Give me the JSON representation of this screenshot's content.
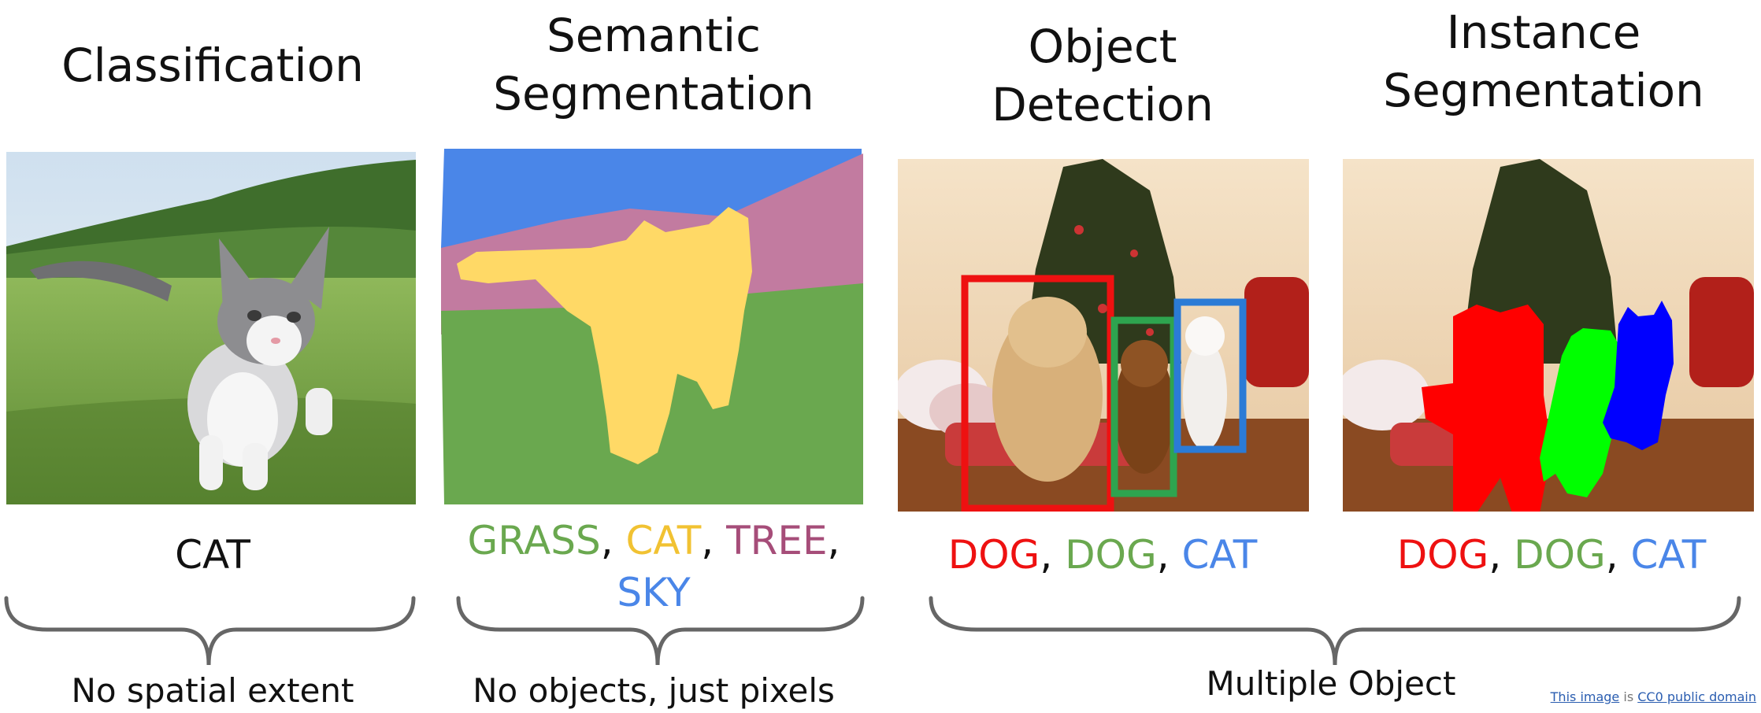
{
  "panels": [
    {
      "title": "Classification"
    },
    {
      "title_line1": "Semantic",
      "title_line2": "Segmentation"
    },
    {
      "title_line1": "Object",
      "title_line2": "Detection"
    },
    {
      "title_line1": "Instance",
      "title_line2": "Segmentation"
    }
  ],
  "labels": {
    "classification": "CAT",
    "semantic": {
      "grass": "GRASS",
      "cat": "CAT",
      "tree": "TREE",
      "sky": "SKY",
      "sep": ", "
    },
    "detection": {
      "dog1": "DOG",
      "dog2": "DOG",
      "cat": "CAT",
      "sep": ", "
    },
    "instance": {
      "dog1": "DOG",
      "dog2": "DOG",
      "cat": "CAT",
      "sep": ", "
    }
  },
  "footers": {
    "classification": "No spatial extent",
    "semantic": "No objects, just pixels",
    "multiple": "Multiple Object"
  },
  "credit": {
    "image_link": "This image",
    "middle": " is ",
    "license_link": "CC0 public domain"
  },
  "colors": {
    "sky": "#4a86e8",
    "tree": "#c27ba0",
    "grass": "#6aa84f",
    "cat": "#ffd966",
    "red": "#ff0000",
    "green": "#00ff00",
    "blue": "#0000ff",
    "box_red": "#ee1111",
    "box_green": "#2ea44f",
    "box_blue": "#2b7bd6",
    "text_red": "#ee1111",
    "text_green": "#6aa84f",
    "text_blue": "#4a86e8",
    "text_gold": "#f1c232",
    "text_purple": "#a64d79"
  }
}
